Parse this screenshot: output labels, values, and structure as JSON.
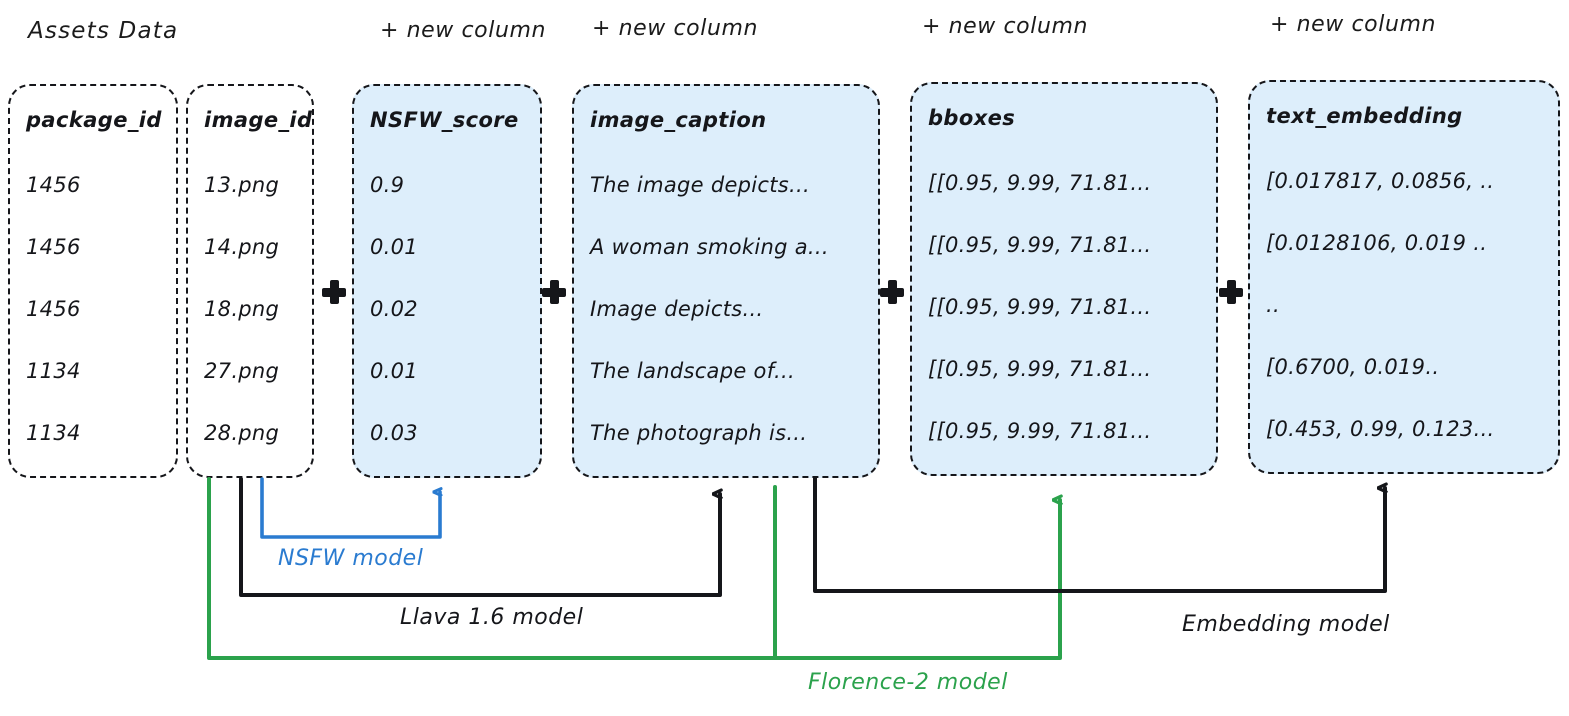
{
  "diagram": {
    "title": "Assets Data",
    "new_column_label": "+ new column",
    "colors": {
      "tinted_fill": "#ddeefb",
      "border": "#15161a",
      "nsfw_wire": "#2a7bd0",
      "llava_wire": "#15161a",
      "florence_wire": "#2ba24c",
      "embedding_wire": "#15161a"
    },
    "columns": [
      {
        "name": "package_id",
        "header": "package_id",
        "tinted": false,
        "has_new_column_label": false,
        "cells": [
          "1456",
          "1456",
          "1456",
          "1134",
          "1134"
        ]
      },
      {
        "name": "image_id",
        "header": "image_id",
        "tinted": false,
        "has_new_column_label": false,
        "cells": [
          "13.png",
          "14.png",
          "18.png",
          "27.png",
          "28.png"
        ]
      },
      {
        "name": "NSFW_score",
        "header": "NSFW_score",
        "tinted": true,
        "has_new_column_label": true,
        "cells": [
          "0.9",
          "0.01",
          "0.02",
          "0.01",
          "0.03"
        ]
      },
      {
        "name": "image_caption",
        "header": "image_caption",
        "tinted": true,
        "has_new_column_label": true,
        "cells": [
          "The image depicts...",
          "A woman smoking a...",
          "Image depicts...",
          "The landscape of...",
          "The photograph is..."
        ]
      },
      {
        "name": "bboxes",
        "header": "bboxes",
        "tinted": true,
        "has_new_column_label": true,
        "cells": [
          "[[0.95, 9.99, 71.81...",
          "[[0.95, 9.99, 71.81...",
          "[[0.95, 9.99, 71.81...",
          "[[0.95, 9.99, 71.81...",
          "[[0.95, 9.99, 71.81..."
        ]
      },
      {
        "name": "text_embedding",
        "header": "text_embedding",
        "tinted": true,
        "has_new_column_label": true,
        "cells": [
          "[0.017817, 0.0856, ..",
          "[0.0128106, 0.019 ..",
          "..",
          "[0.6700, 0.019..",
          "[0.453, 0.99, 0.123..."
        ]
      }
    ],
    "separators": [
      "+",
      "+",
      "+",
      "+"
    ],
    "model_wires": [
      {
        "name": "nsfw-model",
        "label": "NSFW model",
        "color": "#2a7bd0",
        "source": "image_id",
        "target": "NSFW_score"
      },
      {
        "name": "llava-model",
        "label": "Llava 1.6 model",
        "color": "#15161a",
        "source": "image_id",
        "target": "image_caption"
      },
      {
        "name": "florence-model",
        "label": "Florence-2 model",
        "color": "#2ba24c",
        "source": "image_id",
        "target": "bboxes"
      },
      {
        "name": "embedding-model",
        "label": "Embedding model",
        "color": "#15161a",
        "source": "image_caption",
        "target": "text_embedding"
      }
    ]
  }
}
